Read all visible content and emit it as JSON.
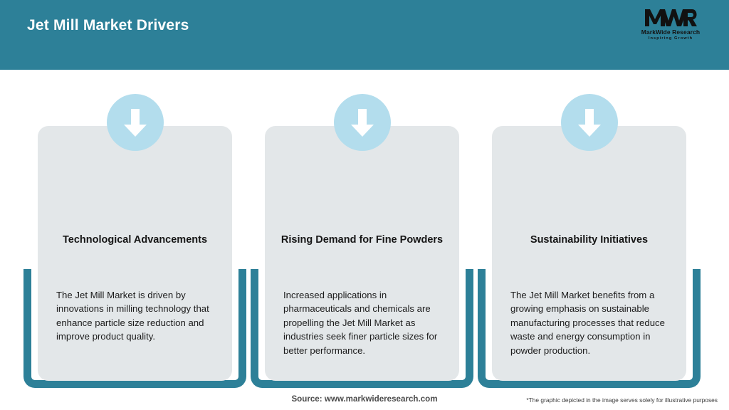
{
  "header": {
    "title": "Jet Mill Market Drivers",
    "background_color": "#2d8098",
    "logo": {
      "mark": "MWR",
      "name": "MarkWide Research",
      "tagline": "Inspiring Growth"
    }
  },
  "theme": {
    "accent_teal": "#2d8098",
    "badge_blue": "#b3dded",
    "card_gray": "#e3e7e9",
    "page_background": "#ffffff"
  },
  "cards": [
    {
      "icon": "down-arrow-icon",
      "title": "Technological Advancements",
      "body": "The Jet Mill Market is driven by innovations in milling technology that enhance particle size reduction and improve product quality."
    },
    {
      "icon": "down-arrow-icon",
      "title": "Rising Demand for Fine Powders",
      "body": "Increased applications in pharmaceuticals and chemicals are propelling the Jet Mill Market as industries seek finer particle sizes for better performance."
    },
    {
      "icon": "down-arrow-icon",
      "title": "Sustainability Initiatives",
      "body": "The Jet Mill Market benefits from a growing emphasis on sustainable manufacturing processes that reduce waste and energy consumption in powder production."
    }
  ],
  "footer": {
    "source": "Source: www.markwideresearch.com",
    "disclaimer": "*The graphic depicted in the image serves solely for illustrative purposes"
  }
}
